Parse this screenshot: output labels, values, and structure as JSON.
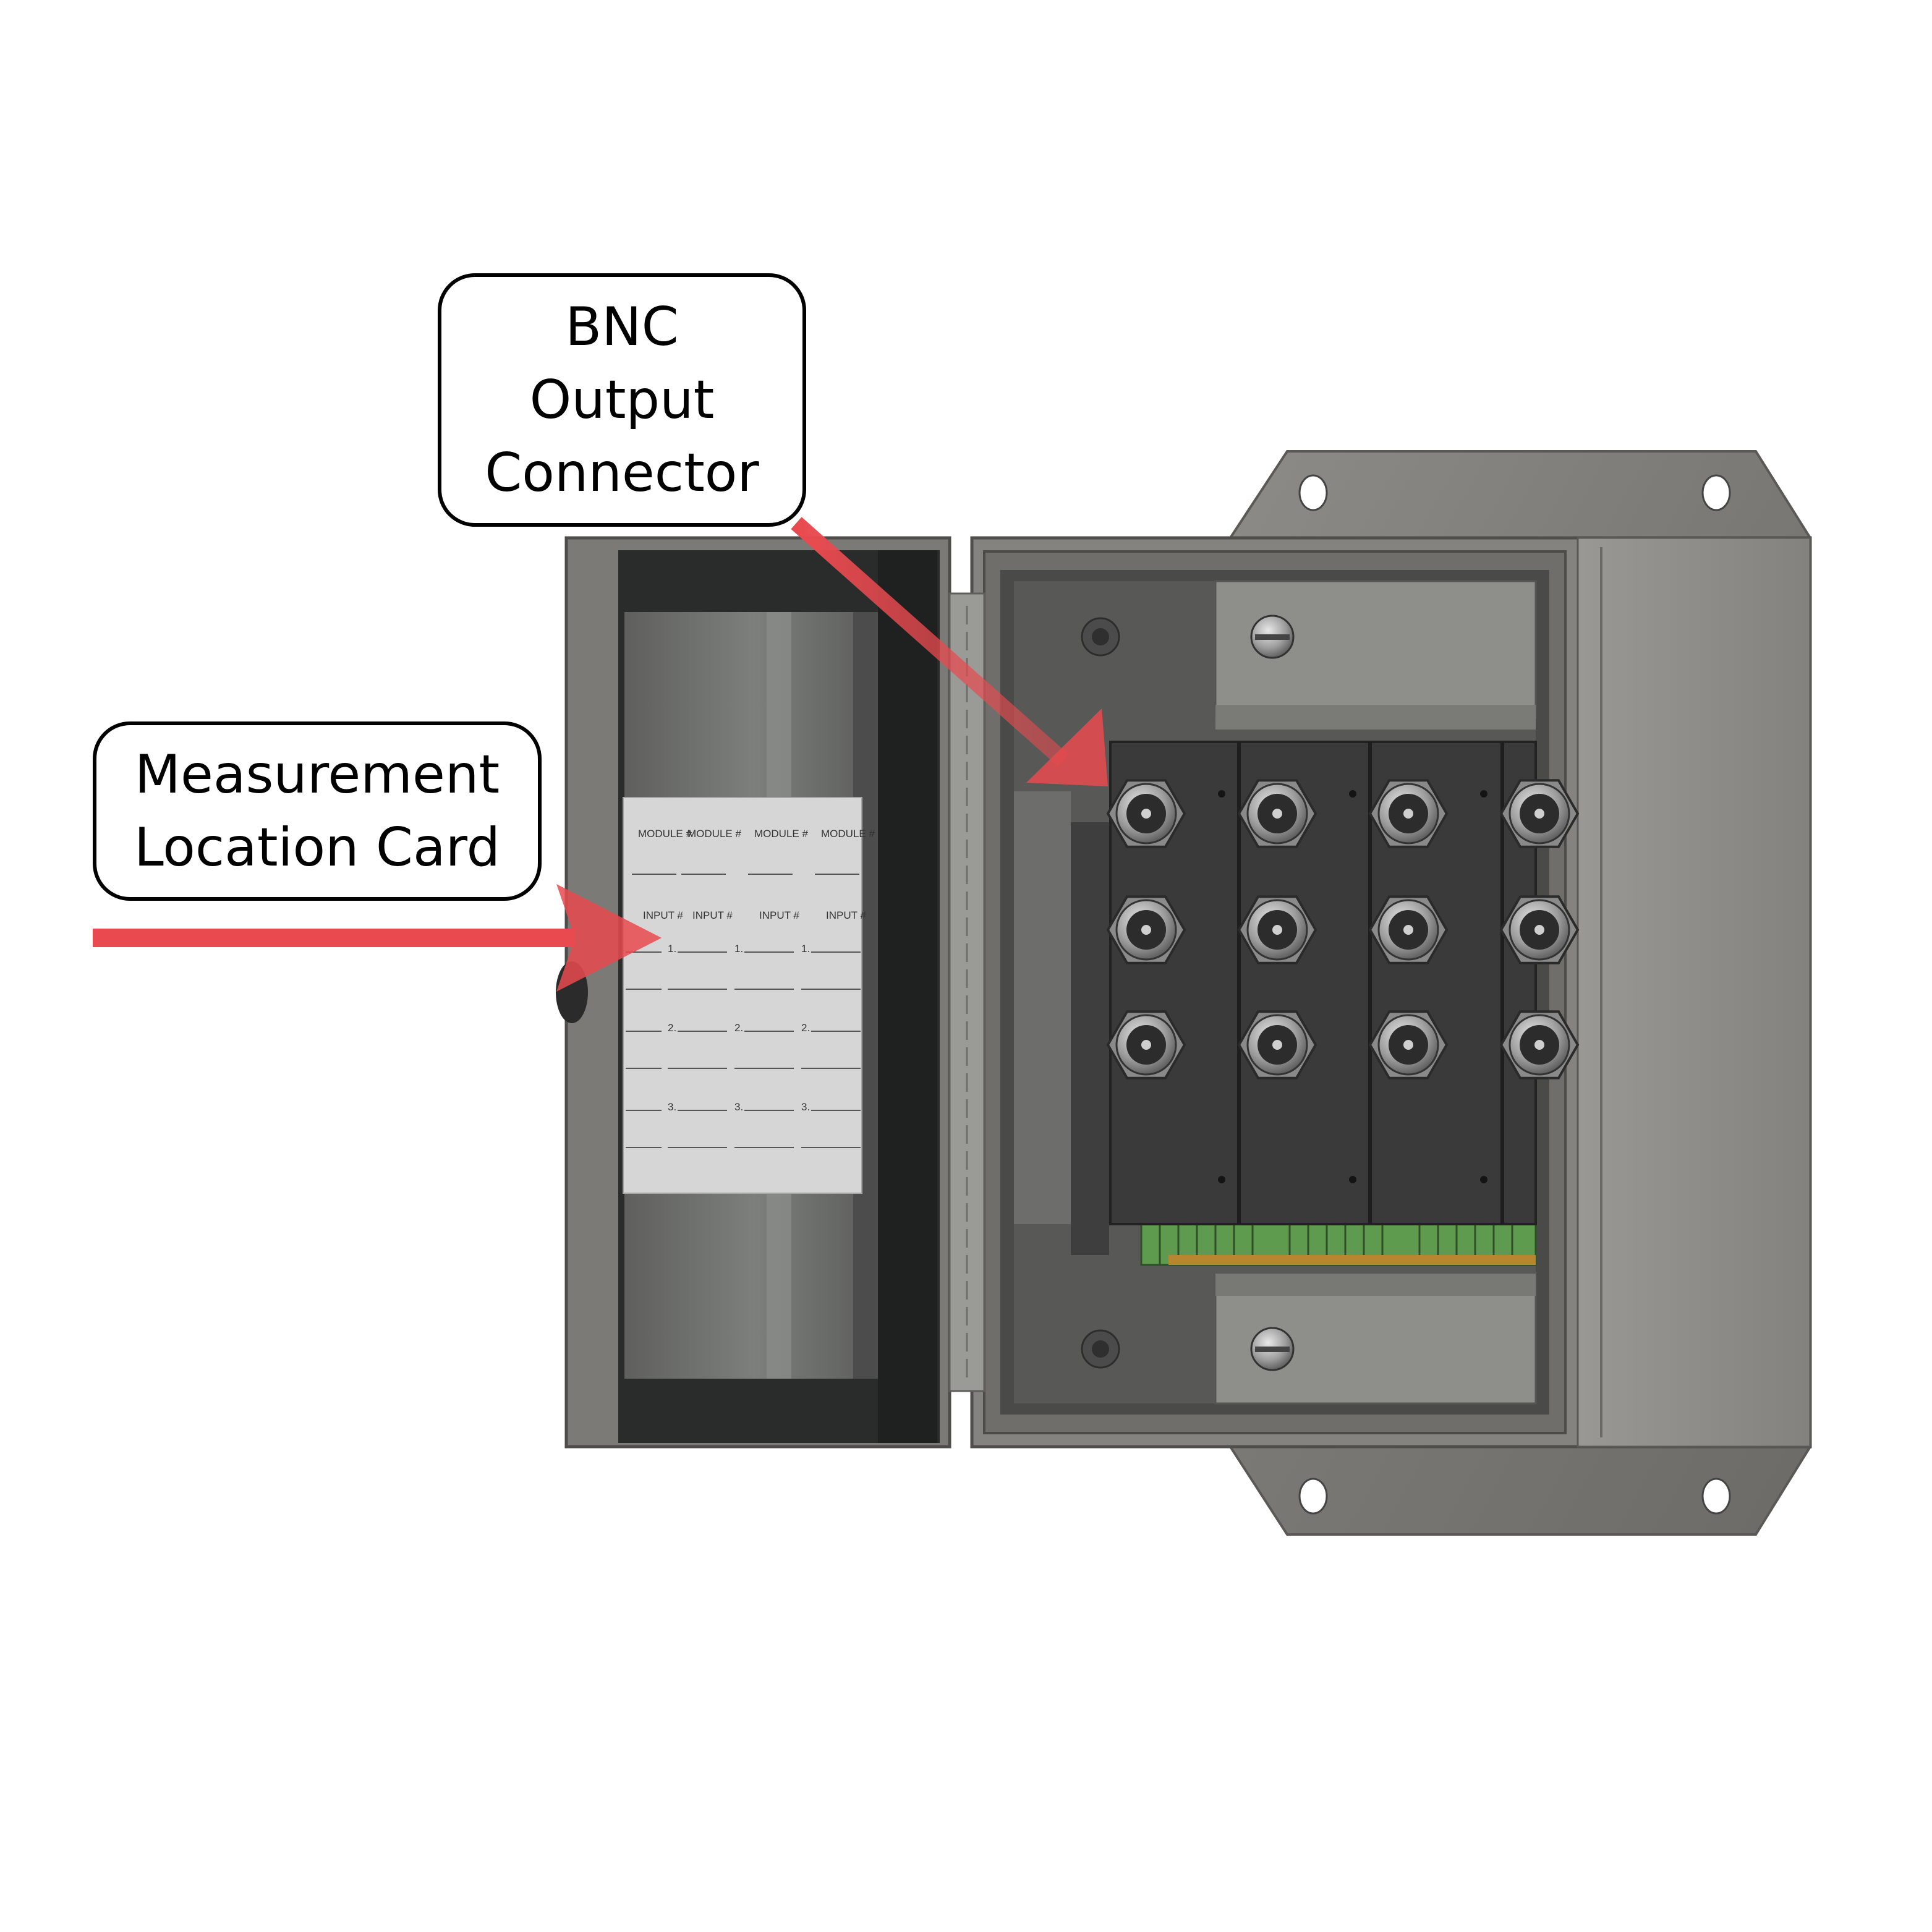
{
  "callouts": {
    "bnc": {
      "lines": [
        "BNC",
        "Output",
        "Connector"
      ]
    },
    "measurement_card": {
      "lines": [
        "Measurement",
        "Location Card"
      ]
    }
  },
  "card": {
    "module_label": "MODULE #",
    "input_label": "INPUT #",
    "row_numbers": [
      "1.",
      "2.",
      "3."
    ]
  },
  "colors": {
    "arrow": "#E84A4F",
    "enclosure": "#7E7C78",
    "panel": "#3A3A3A",
    "terminal_block": "#5E9B4E"
  },
  "icons": {
    "bnc": "bnc-connector-icon",
    "screw": "screw-icon",
    "mount_hole": "mounting-hole-icon"
  }
}
